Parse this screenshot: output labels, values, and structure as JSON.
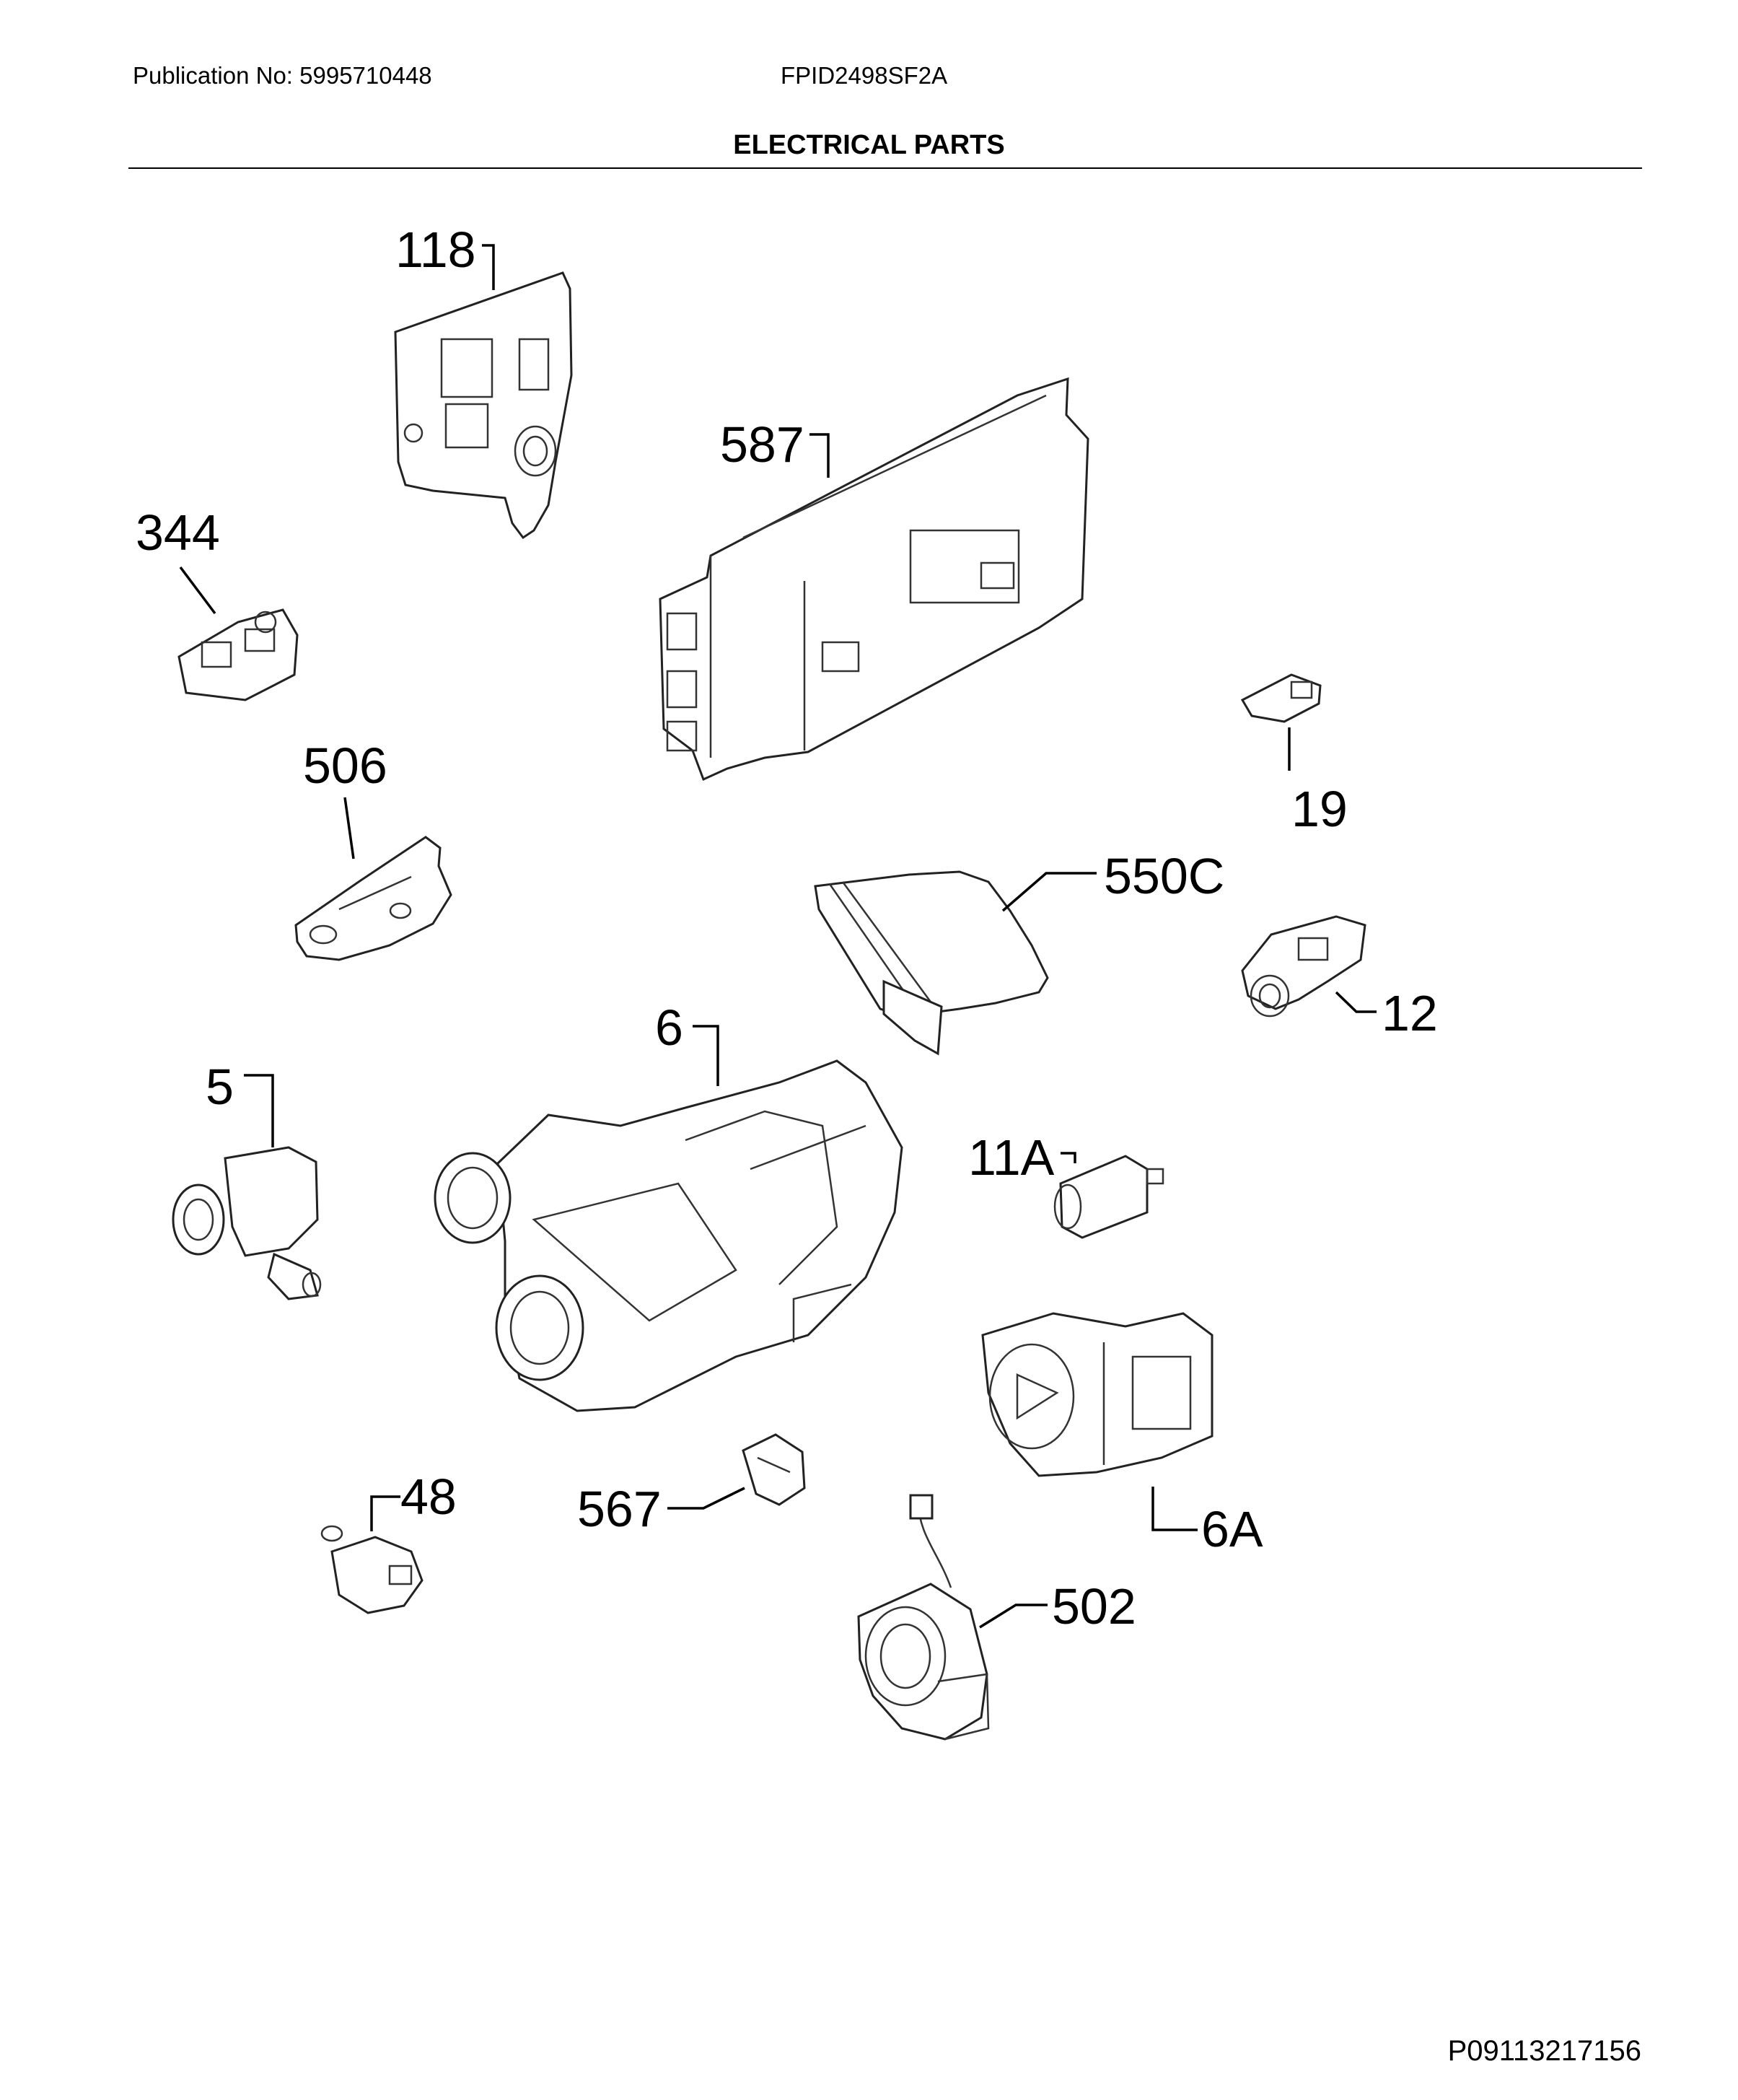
{
  "header": {
    "publication": "Publication No: 5995710448",
    "model": "FPID2498SF2A",
    "title": "ELECTRICAL PARTS"
  },
  "footer": {
    "code": "P09113217156"
  },
  "callouts": {
    "p118": "118",
    "p587": "587",
    "p344": "344",
    "p506": "506",
    "p19": "19",
    "p550c": "550C",
    "p12": "12",
    "p6": "6",
    "p5": "5",
    "p11a": "11A",
    "p6a": "6A",
    "p48": "48",
    "p567": "567",
    "p502": "502"
  }
}
